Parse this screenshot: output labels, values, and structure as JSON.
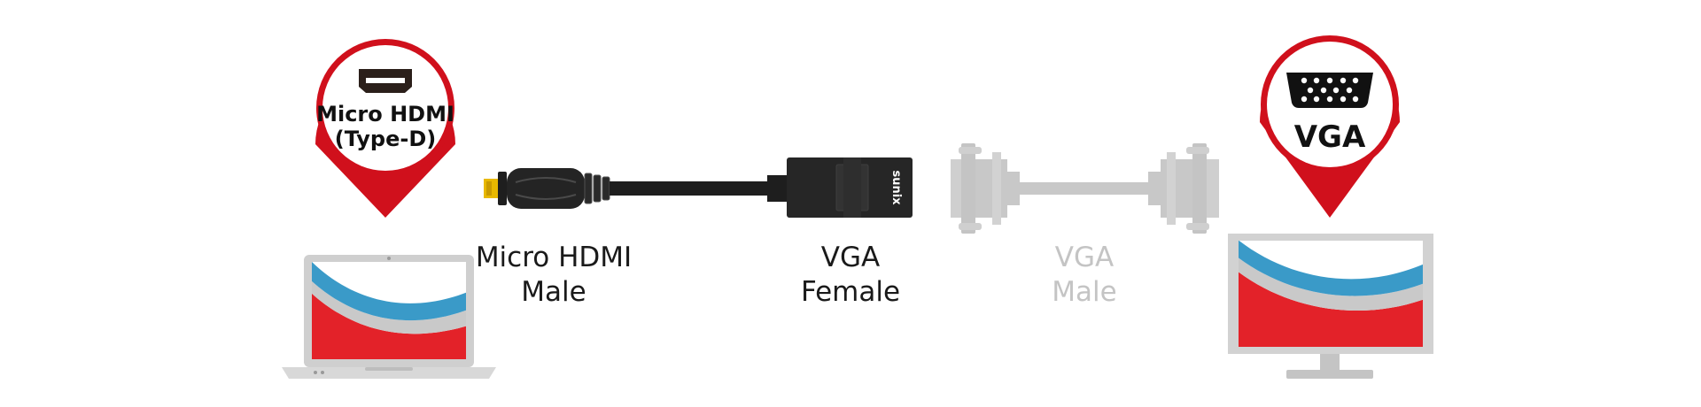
{
  "pins": {
    "left": {
      "line1": "Micro HDMI",
      "line2": "(Type-D)",
      "icon": "micro-hdmi-port-icon"
    },
    "right": {
      "line1": "VGA",
      "icon": "vga-port-icon"
    }
  },
  "labels": {
    "micro_hdmi_male": {
      "line1": "Micro HDMI",
      "line2": "Male"
    },
    "vga_female": {
      "line1": "VGA",
      "line2": "Female"
    },
    "vga_male": {
      "line1": "VGA",
      "line2": "Male"
    }
  },
  "adapter_brand": "sunix",
  "colors": {
    "pin_red": "#d0101c",
    "cable_black": "#1e1e1e",
    "gold": "#e8b800",
    "vga_cable_gray": "#c8c8c8",
    "text_black": "#1a1a1a",
    "text_gray": "#c4c4c4",
    "screen_blue": "#3a9ac8",
    "screen_red": "#e32229"
  }
}
